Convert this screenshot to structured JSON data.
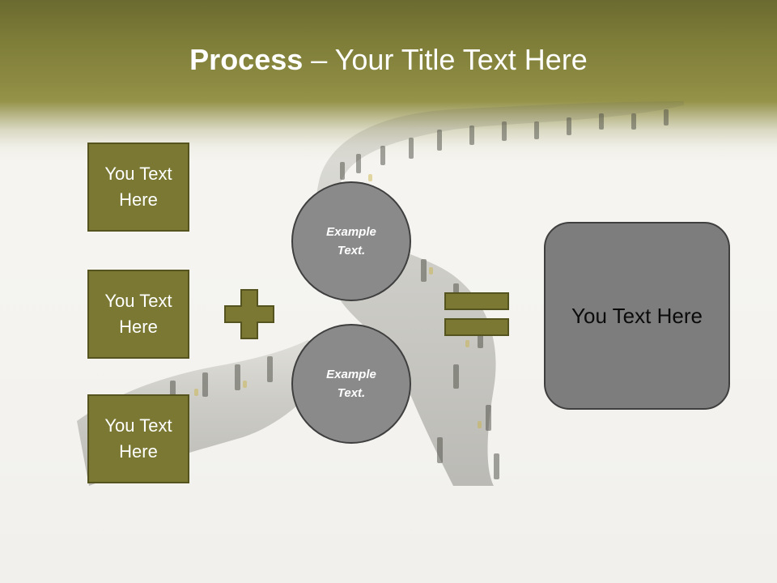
{
  "slide": {
    "title_bold": "Process",
    "title_rest": " – Your Title Text Here",
    "boxes": [
      {
        "label": "You Text\nHere"
      },
      {
        "label": "You Text\nHere"
      },
      {
        "label": "You Text\nHere"
      }
    ],
    "circles": [
      {
        "label": "Example\nText."
      },
      {
        "label": "Example\nText."
      }
    ],
    "result_label": "You Text Here",
    "operators": {
      "plus_icon": "plus-icon",
      "equals_icon": "equals-icon"
    },
    "colors": {
      "header": "#7e7d38",
      "box_fill": "#7a7833",
      "box_border": "#55541f",
      "circle_fill": "#8a8a8a",
      "result_fill": "#7d7d7d",
      "operator_fill": "#7a7833"
    },
    "background_image": "crowd-of-people-forming-path"
  }
}
